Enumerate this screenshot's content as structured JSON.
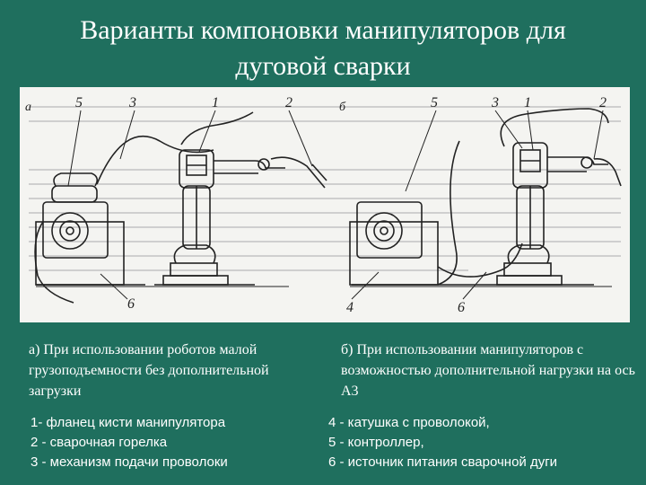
{
  "slide": {
    "title_line1": "Варианты компоновки манипуляторов для",
    "title_line2": "дуговой сварки"
  },
  "figure": {
    "label_a": "а",
    "label_b": "б",
    "callouts_a": [
      "5",
      "3",
      "1",
      "2",
      "6"
    ],
    "callouts_b": [
      "3",
      "1",
      "2",
      "5",
      "4",
      "6"
    ]
  },
  "captions": {
    "a": "а) При использовании роботов малой грузоподъемности без дополнительной загрузки",
    "b": "б) При использовании манипуляторов с возможностью дополнительной нагрузки на ось А3"
  },
  "legend": {
    "left": [
      "1- фланец кисти манипулятора",
      "2 - сварочная горелка",
      "3 - механизм подачи проволоки"
    ],
    "right": [
      "4 - катушка с проволокой,",
      "5 - контроллер,",
      "6 - источник питания сварочной дуги"
    ]
  },
  "colors": {
    "background": "#1f6f5e",
    "figure_bg": "#f4f4f1",
    "ink": "#222222"
  }
}
